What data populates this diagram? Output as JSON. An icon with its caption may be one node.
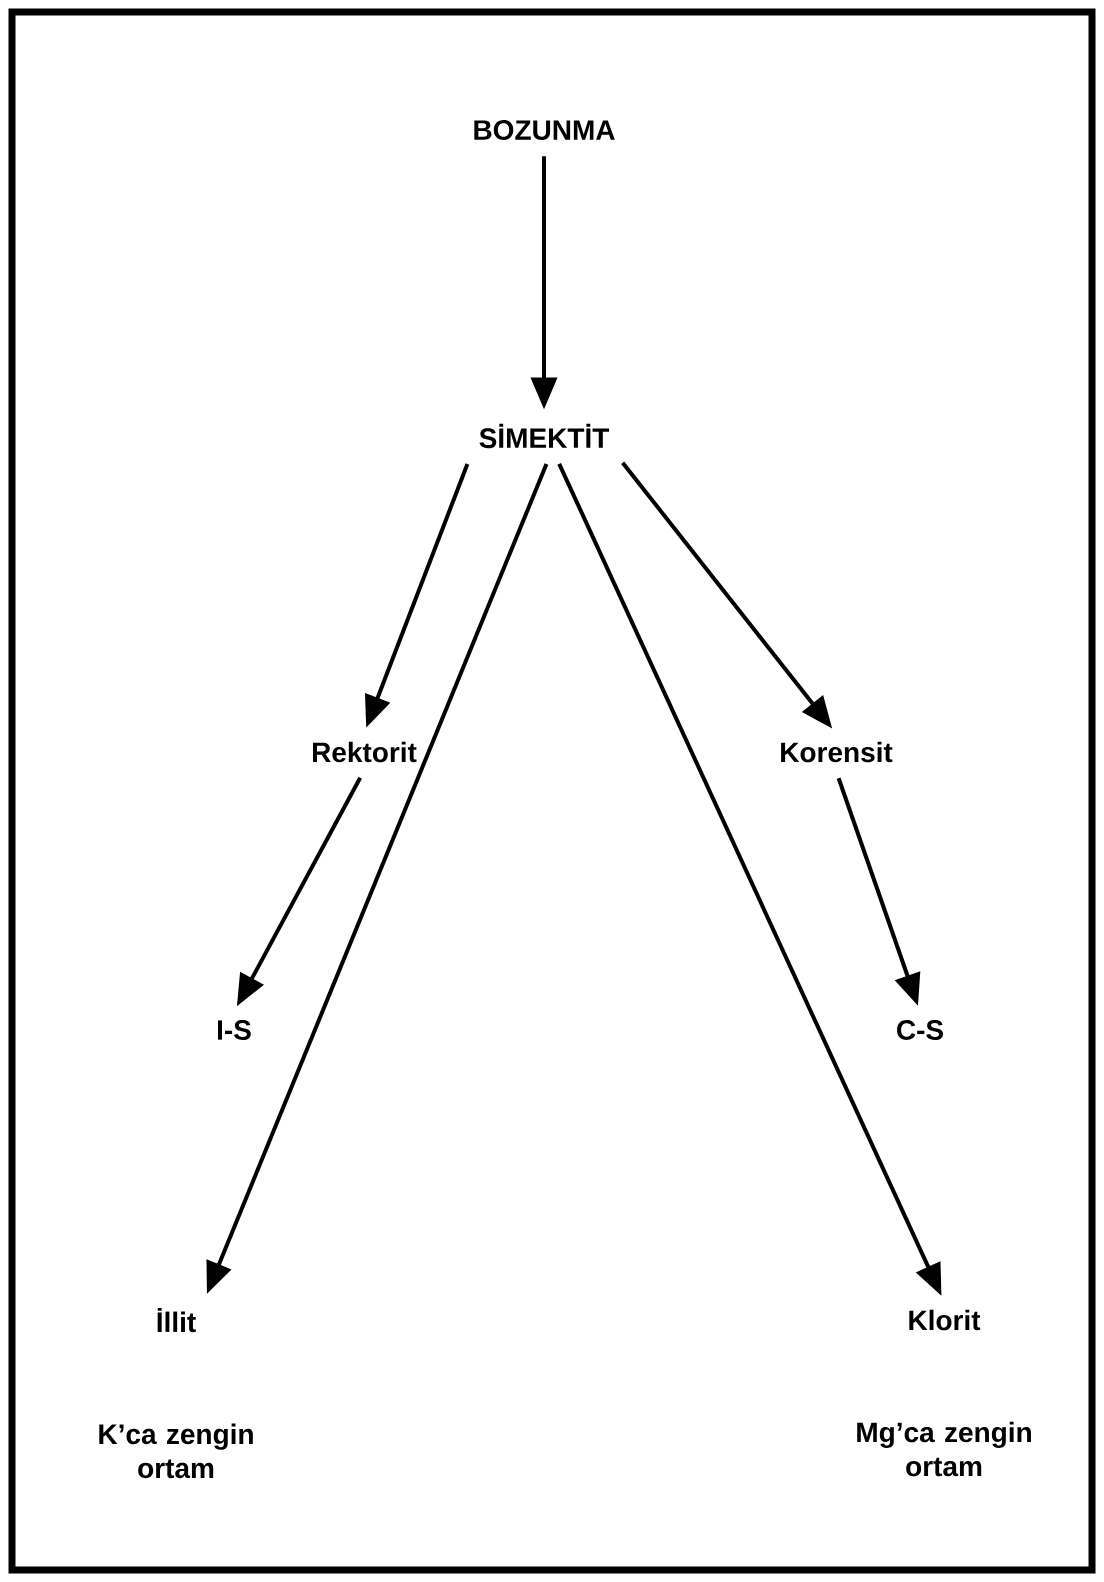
{
  "diagram": {
    "nodes": [
      {
        "text": [
          "BOZUNMA"
        ]
      },
      {
        "text": [
          "SİMEKTİT"
        ]
      },
      {
        "text": [
          "Rektorit"
        ]
      },
      {
        "text": [
          "Korensit"
        ]
      },
      {
        "text": [
          "I-S"
        ]
      },
      {
        "text": [
          "C-S"
        ]
      },
      {
        "text": [
          "İllit"
        ],
        "beside": [
          "K’ca zengin ortam"
        ]
      },
      {
        "text": [
          "Klorit"
        ],
        "beside": [
          "Mg’ca zengin ortam"
        ]
      }
    ],
    "edges": [
      {
        "from": 0,
        "to": 1,
        "arrow": "to"
      },
      {
        "from": 1,
        "to": 2,
        "arrow": "to"
      },
      {
        "from": 1,
        "to": 3,
        "arrow": "to"
      },
      {
        "from": 2,
        "to": 4,
        "arrow": "to"
      },
      {
        "from": 3,
        "to": 5,
        "arrow": "to"
      },
      {
        "from": 1,
        "to": 6,
        "arrow": "to"
      },
      {
        "from": 1,
        "to": 7,
        "arrow": "to"
      }
    ]
  }
}
